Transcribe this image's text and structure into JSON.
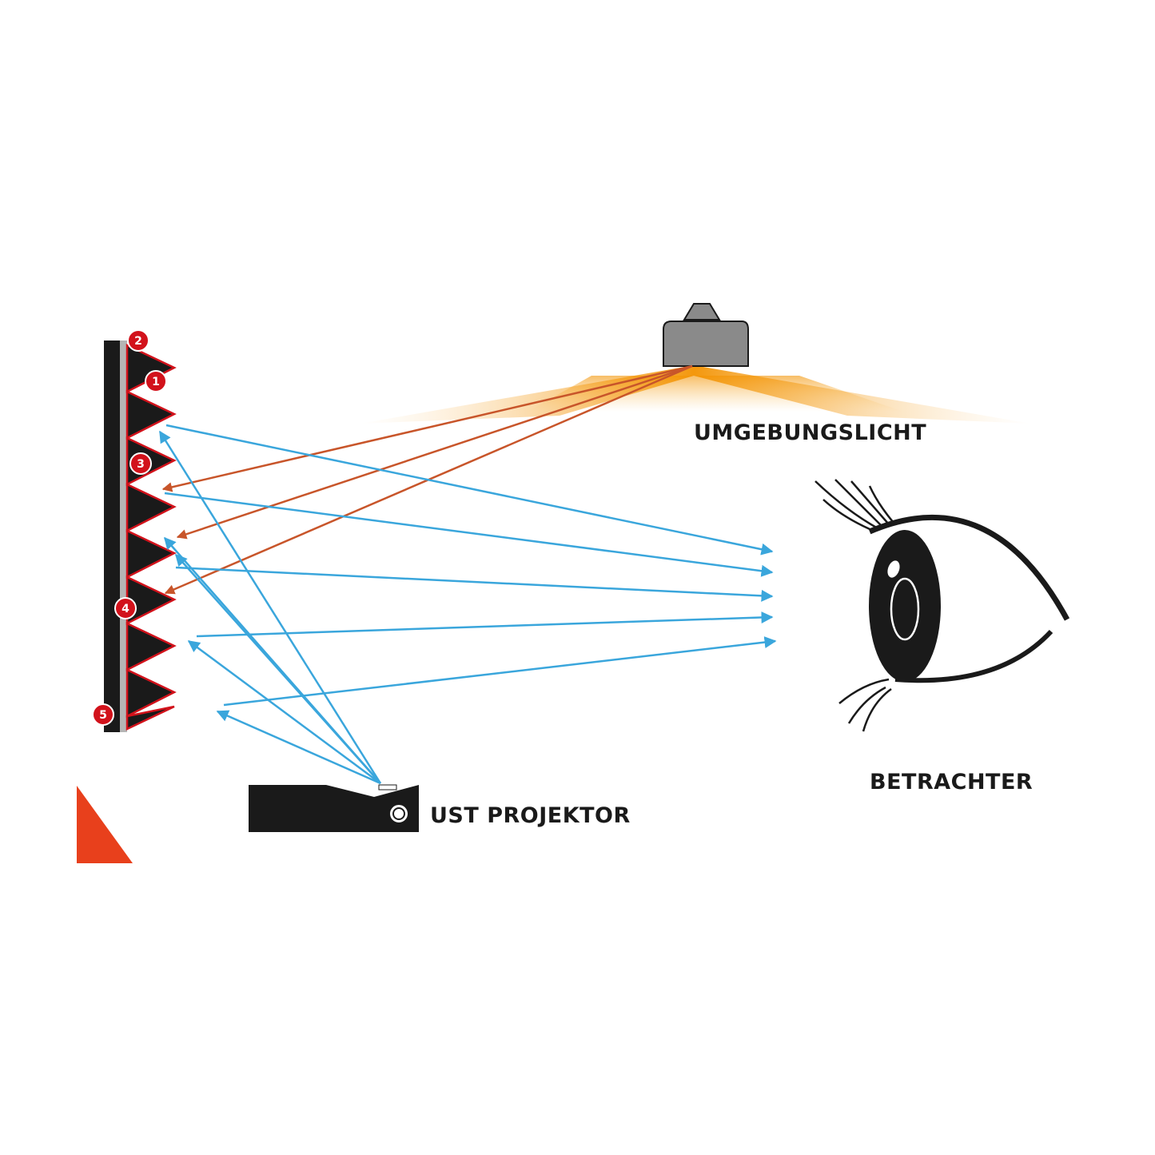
{
  "labels": {
    "ambient_light": "UMGEBUNGSLICHT",
    "viewer": "BETRACHTER",
    "projector": "UST PROJEKTOR"
  },
  "screen_markers": [
    "1",
    "2",
    "3",
    "4",
    "5"
  ],
  "colors": {
    "projector_rays": "#3aa6dc",
    "ambient_rays": "#c8552a",
    "ambient_glow": "#f39200",
    "marker_fill": "#d2121b",
    "screen_dark": "#1a1a1a",
    "corner_triangle": "#e8401c",
    "lamp": "#8a8a8a"
  },
  "icons": [
    "eye-icon",
    "ceiling-lamp-icon",
    "projector-icon",
    "screen-icon"
  ]
}
